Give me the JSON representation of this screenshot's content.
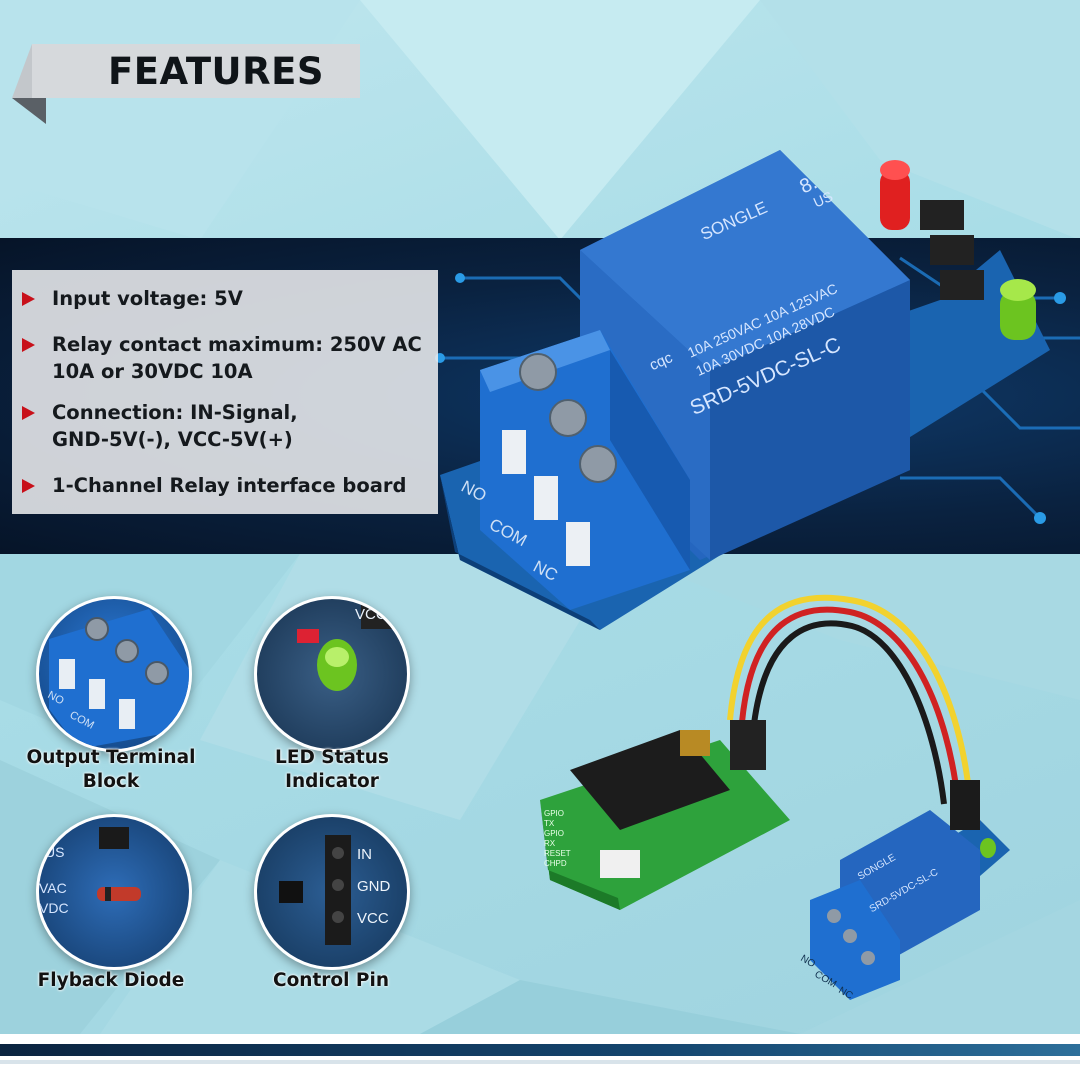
{
  "banner": {
    "title": "FEATURES"
  },
  "features": [
    {
      "text": "Input voltage: 5V"
    },
    {
      "text": "Relay contact maximum: 250V AC 10A or 30VDC 10A"
    },
    {
      "text": "Connection: IN-Signal, GND-5V(-), VCC-5V(+)"
    },
    {
      "text": "1-Channel Relay interface board"
    }
  ],
  "relay": {
    "brand": "SONGLE",
    "cert": "8.",
    "us": "US",
    "rating1": "10A 250VAC  10A 125VAC",
    "rating2": "10A 30VDC  10A 28VDC",
    "model": "SRD-5VDC-SL-C",
    "cqc": "cqc",
    "terminal_labels": [
      "NO",
      "COM",
      "NC"
    ]
  },
  "thumbnails": [
    {
      "caption_line1": "Output Terminal",
      "caption_line2": "Block",
      "labels": [
        "NO",
        "COM"
      ]
    },
    {
      "caption_line1": "LED Status Indicator",
      "labels": [
        "VCC"
      ]
    },
    {
      "caption_line1": "Flyback Diode",
      "labels": [
        "US",
        "VAC",
        "VDC"
      ]
    },
    {
      "caption_line1": "Control Pin",
      "labels": [
        "IN",
        "GND",
        "VCC"
      ]
    }
  ],
  "wiring": {
    "module_pins": [
      "GPIO",
      "TX",
      "GPIO",
      "RX",
      "RESET",
      "CHPD"
    ],
    "small_relay_labels": [
      "NO",
      "COM",
      "NC"
    ],
    "small_relay_model": "SRD-5VDC-SL-C",
    "small_relay_brand": "SONGLE"
  },
  "colors": {
    "accent_red": "#c8101a",
    "relay_blue": "#1f5fb8",
    "terminal_blue": "#1f6fd0",
    "band_dark": "#0a2240"
  }
}
